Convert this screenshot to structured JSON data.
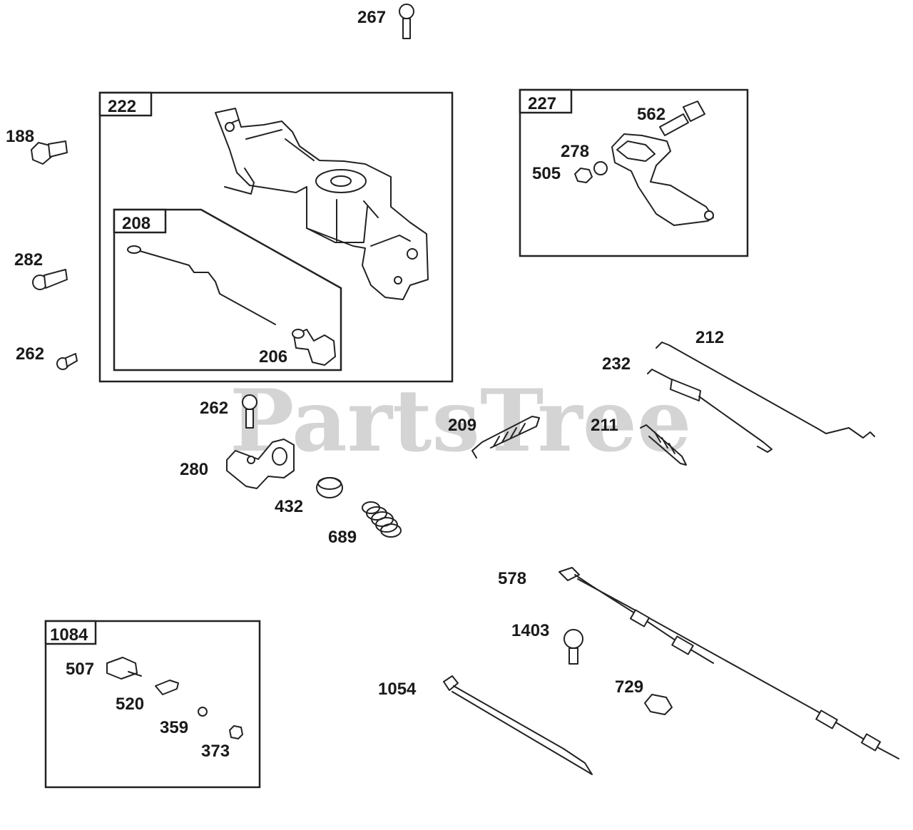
{
  "watermark": "PartsTree",
  "boxes": [
    {
      "id": "box-222",
      "label": "222"
    },
    {
      "id": "box-208",
      "label": "208"
    },
    {
      "id": "box-227",
      "label": "227"
    },
    {
      "id": "box-1084",
      "label": "1084"
    }
  ],
  "labels": {
    "p267": "267",
    "p188": "188",
    "p282": "282",
    "p262a": "262",
    "p206": "206",
    "p562": "562",
    "p278": "278",
    "p505": "505",
    "p212": "212",
    "p232": "232",
    "p262b": "262",
    "p209": "209",
    "p211": "211",
    "p280": "280",
    "p432": "432",
    "p689": "689",
    "p578": "578",
    "p1403": "1403",
    "p1054": "1054",
    "p729": "729",
    "p507": "507",
    "p520": "520",
    "p359": "359",
    "p373": "373"
  }
}
